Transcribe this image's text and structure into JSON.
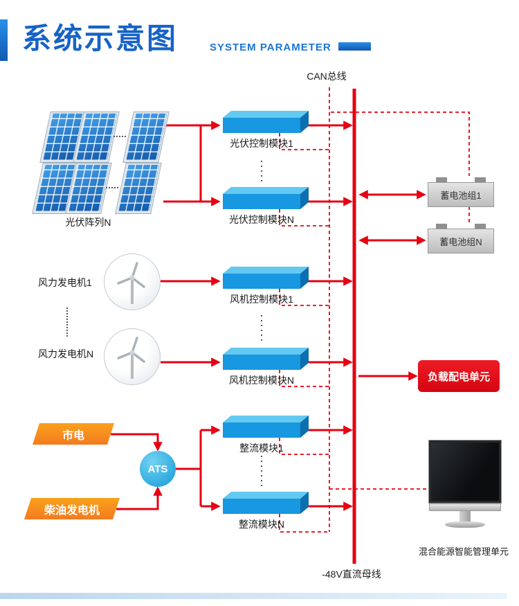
{
  "header": {
    "title": "系统示意图",
    "subtitle": "SYSTEM PARAMETER"
  },
  "buses": {
    "can_label": "CAN总线",
    "dc_label": "-48V直流母线"
  },
  "sources": {
    "pv_array_label": "光伏阵列N",
    "wind_turbine_1": "风力发电机1",
    "wind_turbine_n": "风力发电机N",
    "mains_label": "市电",
    "diesel_label": "柴油发电机",
    "ats_label": "ATS"
  },
  "modules": [
    {
      "id": "pv-control-1",
      "label": "光伏控制模块1"
    },
    {
      "id": "pv-control-n",
      "label": "光伏控制模块N"
    },
    {
      "id": "wind-control-1",
      "label": "风机控制模块1"
    },
    {
      "id": "wind-control-n",
      "label": "风机控制模块N"
    },
    {
      "id": "rectifier-1",
      "label": "整流模块1"
    },
    {
      "id": "rectifier-n",
      "label": "整流模块N"
    }
  ],
  "storage": [
    {
      "label": "蓄电池组1"
    },
    {
      "label": "蓄电池组N"
    }
  ],
  "load_unit_label": "负载配电单元",
  "management_label": "混合能源智能管理单元",
  "colors": {
    "accent_blue": "#1663c7",
    "module_blue": "#1798e0",
    "line_red": "#e60012",
    "source_orange": "#f7941d",
    "battery_gray": "#c9c9c9"
  }
}
